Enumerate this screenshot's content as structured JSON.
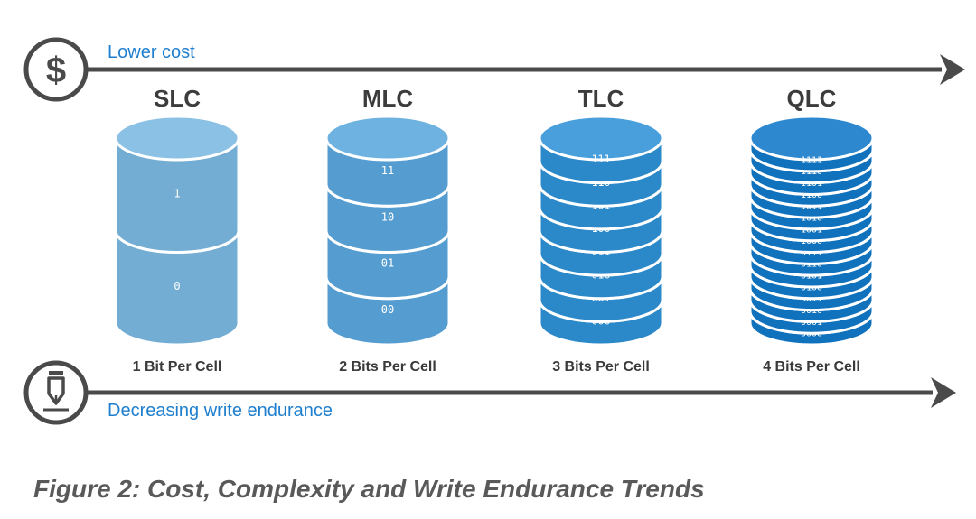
{
  "top_axis": {
    "label": "Lower cost",
    "icon": "dollar-icon",
    "color": "#4a4a4a",
    "label_color": "#1f7fcf"
  },
  "bottom_axis": {
    "label": "Decreasing write endurance",
    "icon": "pencil-icon",
    "color": "#4a4a4a",
    "label_color": "#1f7fcf"
  },
  "cells": [
    {
      "name": "SLC",
      "caption": "1 Bit Per Cell",
      "color": "#7ab8e2",
      "levels": [
        "1",
        "0"
      ]
    },
    {
      "name": "MLC",
      "caption": "2 Bits Per Cell",
      "color": "#5aa7dd",
      "levels": [
        "11",
        "10",
        "01",
        "00"
      ]
    },
    {
      "name": "TLC",
      "caption": "3 Bits Per Cell",
      "color": "#2f92d6",
      "levels": [
        "111",
        "110",
        "101",
        "100",
        "011",
        "010",
        "001",
        "000"
      ]
    },
    {
      "name": "QLC",
      "caption": "4 Bits Per Cell",
      "color": "#1178c9",
      "levels": [
        "1111",
        "1110",
        "1101",
        "1100",
        "1011",
        "1010",
        "1001",
        "1000",
        "0111",
        "0110",
        "0101",
        "0100",
        "0011",
        "0010",
        "0001",
        "0000"
      ]
    }
  ],
  "figure_caption": "Figure 2: Cost, Complexity and Write Endurance Trends"
}
